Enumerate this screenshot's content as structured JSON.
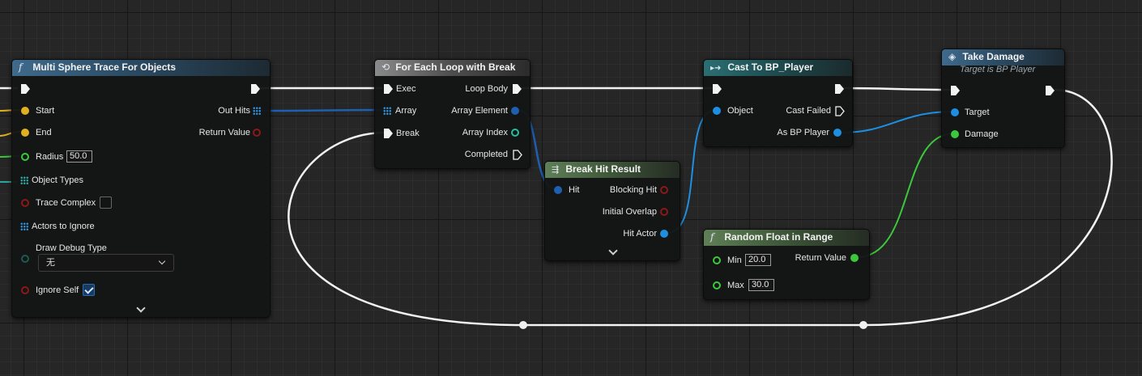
{
  "nodes": {
    "multi_sphere_trace": {
      "title": "Multi Sphere Trace For Objects",
      "pins": {
        "start": "Start",
        "end": "End",
        "radius": "Radius",
        "radius_value": "50.0",
        "object_types": "Object Types",
        "trace_complex": "Trace Complex",
        "actors_to_ignore": "Actors to Ignore",
        "draw_debug_type": "Draw Debug Type",
        "draw_debug_value": "无",
        "ignore_self": "Ignore Self",
        "out_hits": "Out Hits",
        "return_value": "Return Value"
      },
      "trace_complex_checked": false,
      "ignore_self_checked": true
    },
    "for_each_loop": {
      "title": "For Each Loop with Break",
      "pins": {
        "exec": "Exec",
        "array": "Array",
        "break": "Break",
        "loop_body": "Loop Body",
        "array_element": "Array Element",
        "array_index": "Array Index",
        "completed": "Completed"
      }
    },
    "break_hit_result": {
      "title": "Break Hit Result",
      "pins": {
        "hit": "Hit",
        "blocking_hit": "Blocking Hit",
        "initial_overlap": "Initial Overlap",
        "hit_actor": "Hit Actor"
      }
    },
    "cast_to_player": {
      "title": "Cast To BP_Player",
      "pins": {
        "object": "Object",
        "cast_failed": "Cast Failed",
        "as_bp_player": "As BP Player"
      }
    },
    "take_damage": {
      "title": "Take Damage",
      "subtitle": "Target is BP Player",
      "pins": {
        "target": "Target",
        "damage": "Damage"
      }
    },
    "random_float": {
      "title": "Random Float in Range",
      "pins": {
        "min": "Min",
        "min_value": "20.0",
        "max": "Max",
        "max_value": "30.0",
        "return_value": "Return Value"
      }
    }
  },
  "colors": {
    "exec_wire": "#f2f2f2",
    "object_pin": "#1e8fe0",
    "float_pin": "#3cc83c",
    "bool_pin": "#8c1818",
    "vector_pin": "#e0b020",
    "struct_pin": "#1e5fb0",
    "int_pin": "#1fc0a0"
  },
  "icons": {
    "function": "function-icon",
    "macro": "loop-macro-icon",
    "cast": "cast-arrow-icon",
    "event": "diamond-call-icon",
    "break_struct": "break-struct-icon"
  }
}
